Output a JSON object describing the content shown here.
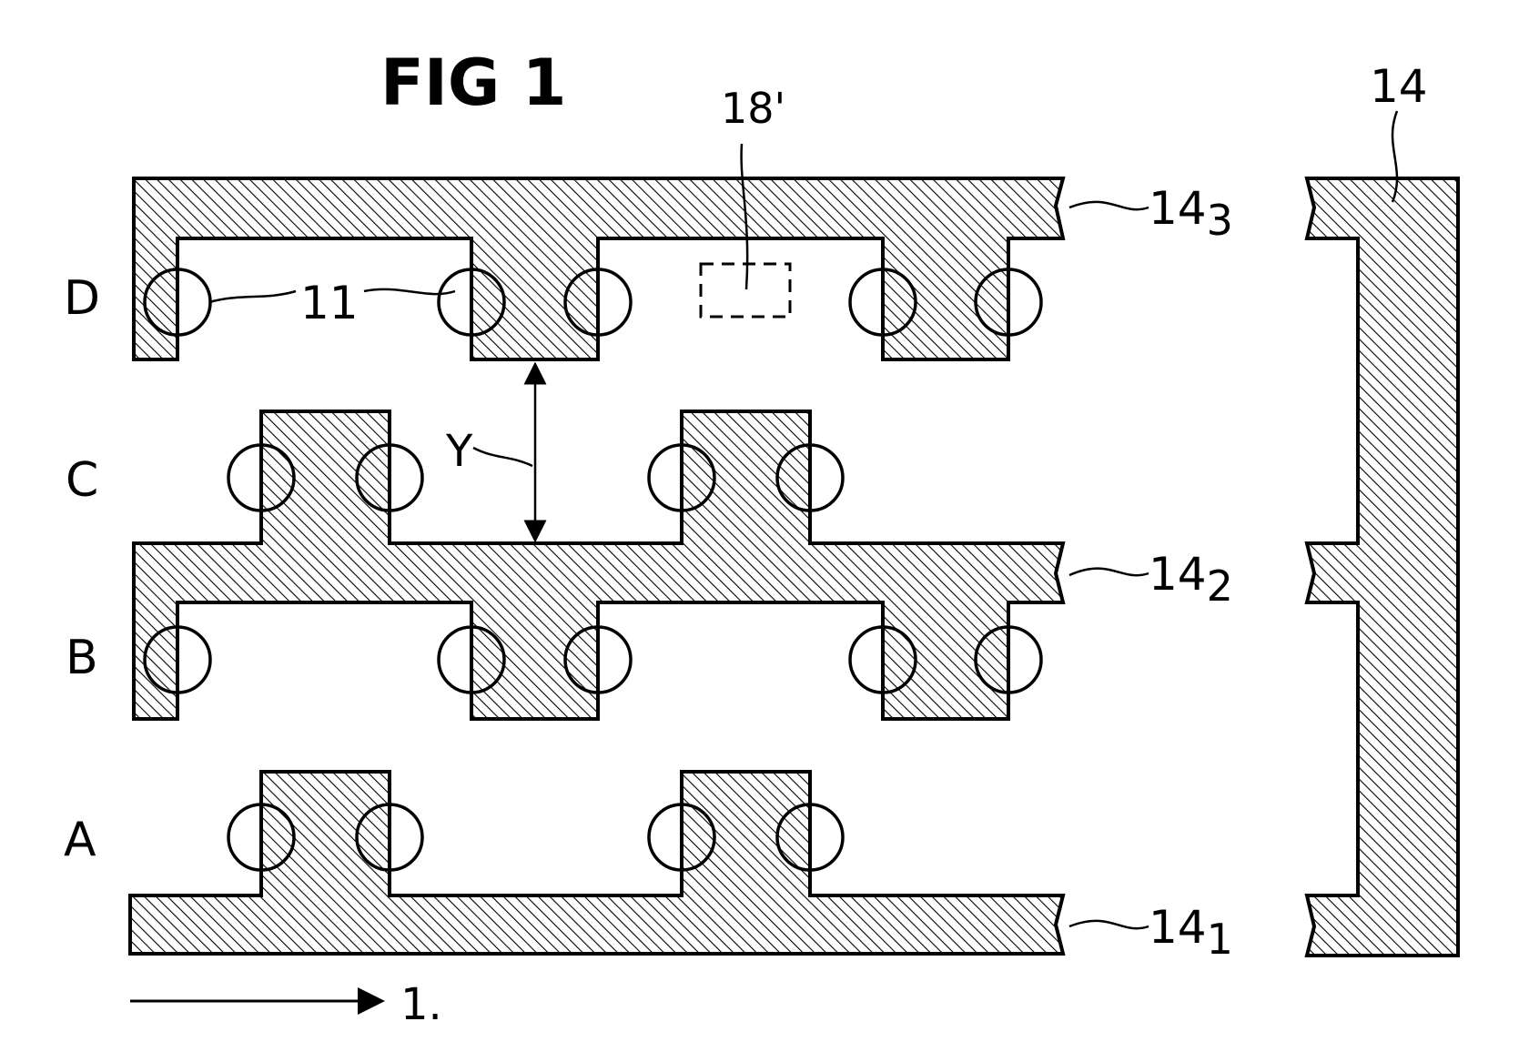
{
  "figure": {
    "title": "FIG 1",
    "row_labels": {
      "a": "A",
      "b": "B",
      "c": "C",
      "d": "D"
    },
    "ref_labels": {
      "contacts": "11",
      "dashed_element": "18'",
      "pitch": "Y",
      "bus": "14",
      "line_1_main": "14",
      "line_1_sub": "1",
      "line_2_main": "14",
      "line_2_sub": "2",
      "line_3_main": "14",
      "line_3_sub": "3",
      "direction": "1."
    }
  }
}
